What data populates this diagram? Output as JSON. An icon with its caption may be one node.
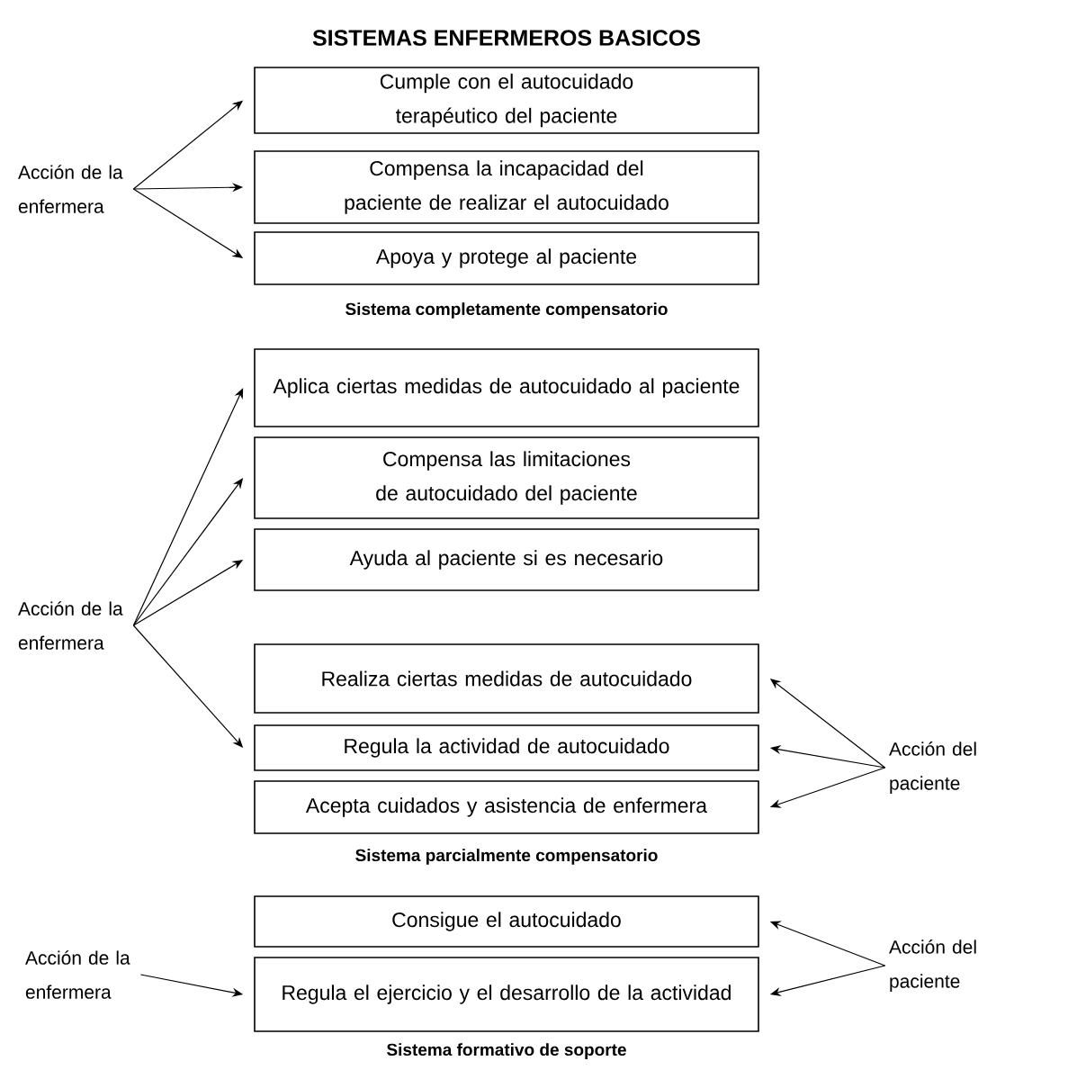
{
  "diagram": {
    "title": "SISTEMAS ENFERMEROS BASICOS",
    "nodes": [
      {
        "text": [
          "Acción de la enfermera"
        ]
      },
      {
        "text": [
          "Cumple con el autocuidado terapéutico del paciente"
        ]
      },
      {
        "text": [
          "Compensa la incapacidad del paciente de realizar el autocuidado"
        ]
      },
      {
        "text": [
          "Apoya y protege al paciente"
        ]
      },
      {
        "text": [
          "Acción de la enfermera"
        ]
      },
      {
        "text": [
          "Aplica ciertas medidas de autocuidado al paciente"
        ]
      },
      {
        "text": [
          "Compensa las limitaciones de autocuidado del paciente"
        ]
      },
      {
        "text": [
          "Ayuda al paciente si es necesario"
        ]
      },
      {
        "text": [
          "Realiza ciertas medidas de autocuidado"
        ]
      },
      {
        "text": [
          "Regula la actividad de autocuidado"
        ]
      },
      {
        "text": [
          "Acepta cuidados y asistencia de enfermera"
        ]
      },
      {
        "text": [
          "Acción del paciente"
        ]
      },
      {
        "text": [
          "Consigue el autocuidado"
        ]
      },
      {
        "text": [
          "Regula el ejercicio y el desarrollo de la actividad"
        ]
      },
      {
        "text": [
          "Acción de la enfermera"
        ]
      },
      {
        "text": [
          "Acción del paciente"
        ]
      }
    ],
    "edges": [
      {
        "from": 0,
        "to": 1,
        "arrow": "to"
      },
      {
        "from": 0,
        "to": 2,
        "arrow": "to"
      },
      {
        "from": 0,
        "to": 3,
        "arrow": "to"
      },
      {
        "from": 4,
        "to": 5,
        "arrow": "to"
      },
      {
        "from": 4,
        "to": 6,
        "arrow": "to"
      },
      {
        "from": 4,
        "to": 7,
        "arrow": "to"
      },
      {
        "from": 4,
        "to": 9,
        "arrow": "to"
      },
      {
        "from": 11,
        "to": 8,
        "arrow": "to"
      },
      {
        "from": 11,
        "to": 9,
        "arrow": "to"
      },
      {
        "from": 11,
        "to": 10,
        "arrow": "to"
      },
      {
        "from": 14,
        "to": 13,
        "arrow": "to"
      },
      {
        "from": 15,
        "to": 12,
        "arrow": "to"
      },
      {
        "from": 15,
        "to": 13,
        "arrow": "to"
      }
    ],
    "labels": [
      "Sistema completamente compensatorio",
      "Sistema parcialmente compensatorio",
      "Sistema formativo de soporte"
    ]
  }
}
